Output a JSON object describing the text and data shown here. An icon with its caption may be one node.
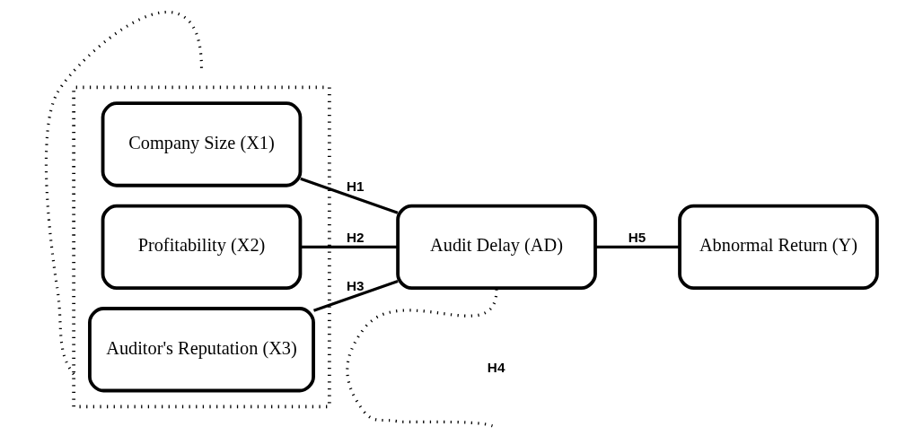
{
  "diagram": {
    "nodes": [
      {
        "text": [],
        "shape": "box"
      },
      {
        "text": [
          "Company Size (X1)"
        ],
        "in": 0
      },
      {
        "text": [
          "Profitability (X2)"
        ],
        "in": 0
      },
      {
        "text": [
          "Auditor's Reputation (X3)"
        ],
        "in": 0
      },
      {
        "text": [
          "Audit Delay (AD)"
        ]
      },
      {
        "text": [
          "Abnormal Return (Y)"
        ]
      }
    ],
    "edges": [
      {
        "from": 1,
        "to": 4,
        "arrow": "none",
        "label": "H1"
      },
      {
        "from": 2,
        "to": 4,
        "arrow": "none",
        "label": "H2"
      },
      {
        "from": 3,
        "to": 4,
        "arrow": "none",
        "label": "H3"
      },
      {
        "from": 4,
        "to": 5,
        "arrow": "none",
        "label": "H5"
      },
      {
        "from": 0,
        "to": null,
        "arrow": "none",
        "style": "dashed"
      },
      {
        "from": 4,
        "to": null,
        "arrow": "none",
        "style": "dashed"
      }
    ],
    "labels": [
      "H4"
    ]
  }
}
